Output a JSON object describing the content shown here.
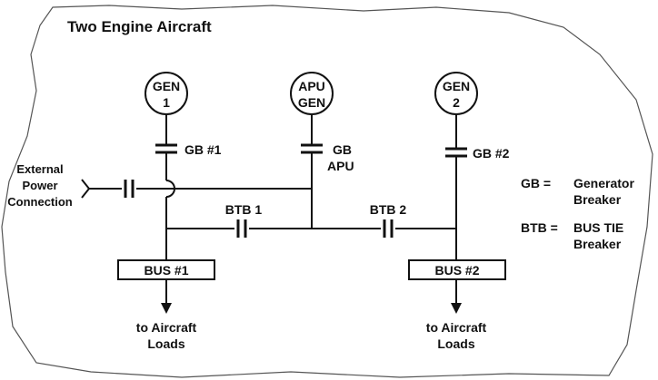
{
  "title": "Two Engine Aircraft",
  "sources": {
    "gen1": [
      "GEN",
      "1"
    ],
    "apu": [
      "APU",
      "GEN"
    ],
    "gen2": [
      "GEN",
      "2"
    ]
  },
  "breakers": {
    "gb1": "GB #1",
    "gb_apu": [
      "GB",
      "APU"
    ],
    "gb2": "GB #2",
    "btb1": "BTB 1",
    "btb2": "BTB 2"
  },
  "external_power": [
    "External",
    "Power",
    "Connection"
  ],
  "buses": {
    "bus1": "BUS #1",
    "bus2": "BUS #2"
  },
  "loads": {
    "left": [
      "to Aircraft",
      "Loads"
    ],
    "right": [
      "to Aircraft",
      "Loads"
    ]
  },
  "legend": {
    "gb_key": "GB =",
    "gb_value": [
      "Generator",
      "Breaker"
    ],
    "btb_key": "BTB =",
    "btb_value": [
      "BUS TIE",
      "Breaker"
    ]
  }
}
